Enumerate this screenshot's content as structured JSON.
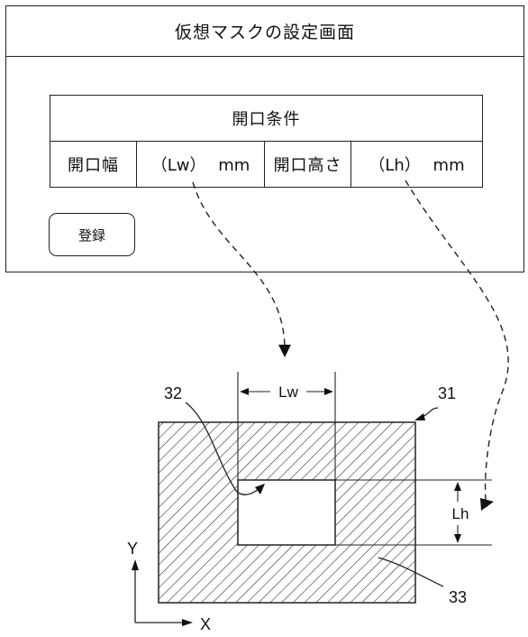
{
  "window": {
    "title": "仮想マスクの設定画面"
  },
  "conditions": {
    "header": "開口条件",
    "width_label": "開口幅",
    "width_value": "（Lw） mm",
    "height_label": "開口高さ",
    "height_value": "（Lh） mm"
  },
  "register_button": "登録",
  "diagram": {
    "mask_ref": "31",
    "opening_ref": "32",
    "hatched_ref": "33",
    "width_dim": "Lw",
    "height_dim": "Lh",
    "axis_x": "X",
    "axis_y": "Y"
  }
}
